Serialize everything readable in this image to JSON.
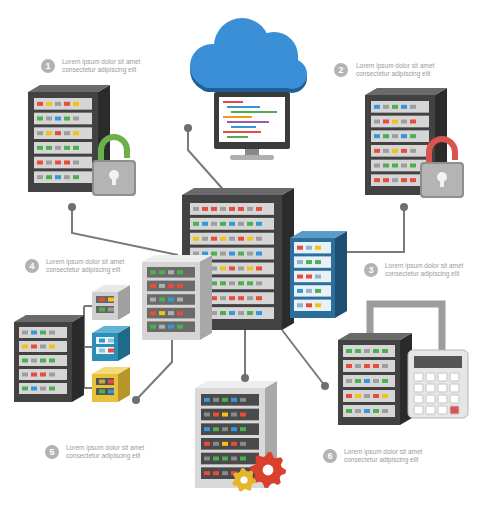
{
  "diagram": {
    "labels": [
      "1",
      "Lorem ipsum dolor sit amet consectetur adipiscing elit",
      "2",
      "Lorem ipsum dolor sit amet consectetur adipiscing elit",
      "3",
      "Lorem ipsum dolor sit amet consectetur adipiscing elit",
      "4",
      "Lorem ipsum dolor sit amet consectetur adipiscing elit",
      "5",
      "Lorem ipsum dolor sit amet consectetur adipiscing elit",
      "6",
      "Lorem ipsum dolor sit amet consectetur adipiscing elit"
    ]
  }
}
